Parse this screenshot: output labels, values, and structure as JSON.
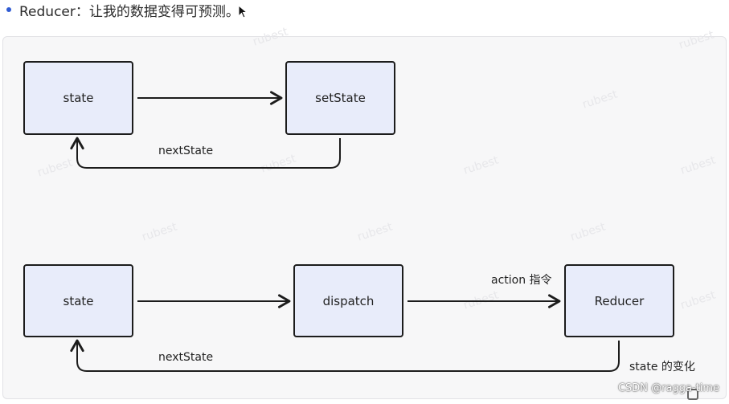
{
  "heading": {
    "text": "Reducer：让我的数据变得可预测。"
  },
  "diagram_top": {
    "nodes": {
      "state": "state",
      "setState": "setState"
    },
    "edge_labels": {
      "next": "nextState"
    }
  },
  "diagram_bottom": {
    "nodes": {
      "state": "state",
      "dispatch": "dispatch",
      "reducer": "Reducer"
    },
    "edge_labels": {
      "action": "action 指令",
      "change": "state 的变化",
      "next": "nextState"
    }
  },
  "watermark": {
    "text": "rubest"
  },
  "credit": {
    "text": "CSDN @ragga-time"
  },
  "colors": {
    "node_fill": "#e8ecfa",
    "node_border": "#1c1c1c",
    "panel_bg": "#f7f7f8",
    "bullet": "#2f5bd3"
  }
}
